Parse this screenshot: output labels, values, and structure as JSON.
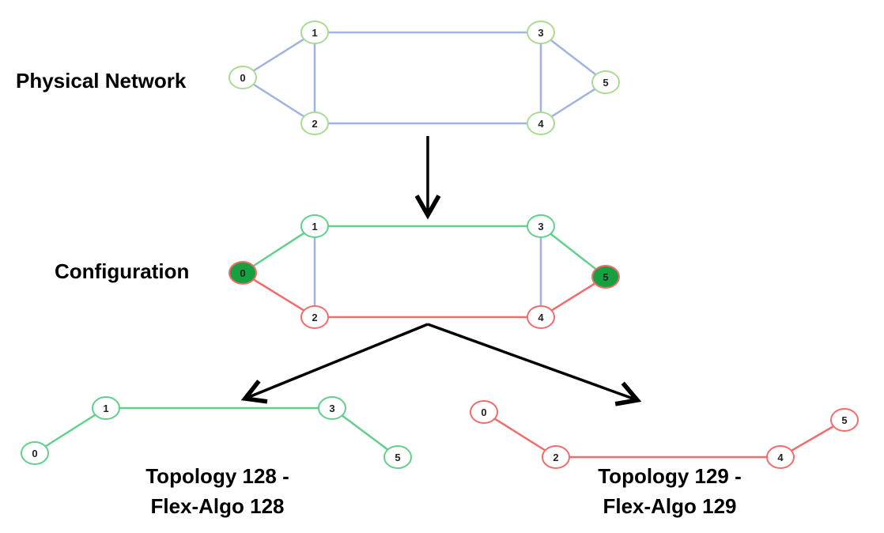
{
  "labels": {
    "physical": "Physical Network",
    "configuration": "Configuration",
    "topo128_line1": "Topology 128 -",
    "topo128_line2": "Flex-Algo 128",
    "topo129_line1": "Topology 129 -",
    "topo129_line2": "Flex-Algo 129"
  },
  "colors": {
    "blue": "#9fb4e0",
    "green": "#62d08c",
    "red": "#f36b6b",
    "node_green": "#a9dc92",
    "dark_green": "#17a040"
  },
  "graphs": [
    {
      "name": "physical-network",
      "nodes": [
        [
          "0",
          307,
          98,
          "node_green"
        ],
        [
          "1",
          398,
          41,
          "node_green"
        ],
        [
          "2",
          398,
          156,
          "node_green"
        ],
        [
          "3",
          684,
          41,
          "node_green"
        ],
        [
          "4",
          684,
          156,
          "node_green"
        ],
        [
          "5",
          766,
          104,
          "node_green"
        ]
      ],
      "edges": [
        [
          "0",
          "1",
          "blue"
        ],
        [
          "0",
          "2",
          "blue"
        ],
        [
          "1",
          "2",
          "blue"
        ],
        [
          "1",
          "3",
          "blue"
        ],
        [
          "2",
          "4",
          "blue"
        ],
        [
          "3",
          "4",
          "blue"
        ],
        [
          "3",
          "5",
          "blue"
        ],
        [
          "4",
          "5",
          "blue"
        ]
      ]
    },
    {
      "name": "configuration",
      "nodes": [
        [
          "0",
          307,
          345,
          "red",
          "filled"
        ],
        [
          "1",
          398,
          286,
          "green"
        ],
        [
          "2",
          398,
          401,
          "red"
        ],
        [
          "3",
          684,
          286,
          "green"
        ],
        [
          "4",
          684,
          401,
          "red"
        ],
        [
          "5",
          766,
          350,
          "red",
          "filled"
        ]
      ],
      "edges": [
        [
          "0",
          "1",
          "green"
        ],
        [
          "0",
          "2",
          "red"
        ],
        [
          "1",
          "2",
          "blue"
        ],
        [
          "1",
          "3",
          "green"
        ],
        [
          "2",
          "4",
          "red"
        ],
        [
          "3",
          "4",
          "blue"
        ],
        [
          "3",
          "5",
          "green"
        ],
        [
          "4",
          "5",
          "red"
        ]
      ]
    },
    {
      "name": "topology-128",
      "nodes": [
        [
          "0",
          44,
          573,
          "green"
        ],
        [
          "1",
          134,
          516,
          "green"
        ],
        [
          "3",
          420,
          516,
          "green"
        ],
        [
          "5",
          503,
          578,
          "green"
        ]
      ],
      "edges": [
        [
          "0",
          "1",
          "green"
        ],
        [
          "1",
          "3",
          "green"
        ],
        [
          "3",
          "5",
          "green"
        ]
      ]
    },
    {
      "name": "topology-129",
      "nodes": [
        [
          "0",
          612,
          521,
          "red"
        ],
        [
          "2",
          703,
          578,
          "red"
        ],
        [
          "4",
          987,
          578,
          "red"
        ],
        [
          "5",
          1068,
          531,
          "red"
        ]
      ],
      "edges": [
        [
          "0",
          "2",
          "red"
        ],
        [
          "2",
          "4",
          "red"
        ],
        [
          "4",
          "5",
          "red"
        ]
      ]
    }
  ]
}
